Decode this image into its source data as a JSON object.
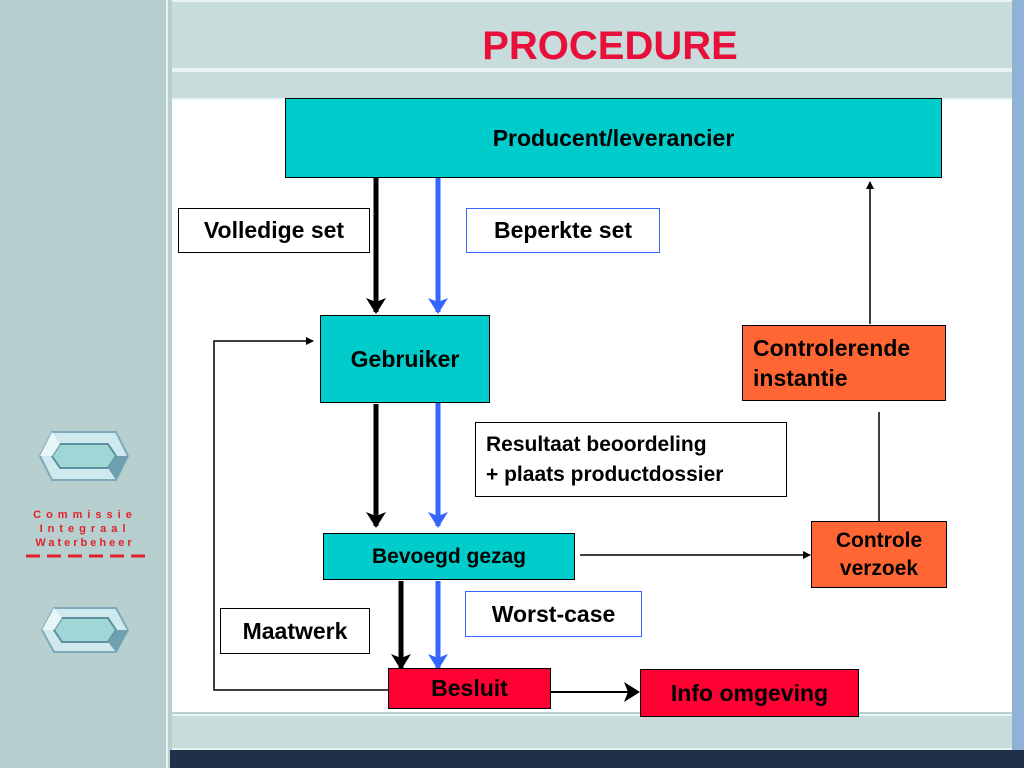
{
  "title": "PROCEDURE",
  "nodes": {
    "producent": "Producent/leverancier",
    "volledige_set": "Volledige set",
    "beperkte_set": "Beperkte set",
    "gebruiker": "Gebruiker",
    "controlerende_1": "Controlerende",
    "controlerende_2": "instantie",
    "resultaat_1": "Resultaat beoordeling",
    "resultaat_2": "+ plaats productdossier",
    "bevoegd_gezag": "Bevoegd gezag",
    "controle_1": "Controle",
    "controle_2": "verzoek",
    "worst_case": "Worst-case",
    "maatwerk": "Maatwerk",
    "besluit": "Besluit",
    "info_omgeving": "Info omgeving"
  },
  "logo": {
    "line1": "Commissie",
    "line2": "Integraal",
    "line3": "Waterbeheer"
  },
  "colors": {
    "title": "#e8103a",
    "cyan": "#00cccc",
    "orange": "#ff6633",
    "red": "#ff0033",
    "blue_arrow": "#3366ff"
  }
}
